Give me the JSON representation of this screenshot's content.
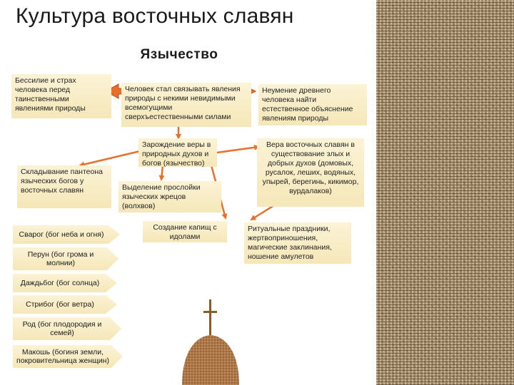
{
  "header": {
    "title": "Культура восточных славян",
    "subtitle": "Язычество"
  },
  "boxes": {
    "powerlessness": "Бессилие и страх человека перед таинственными явлениями природы",
    "connect": "Человек стал связывать явления природы с некими невидимыми всемогущими сверхъестественными силами",
    "inability": "Неумение древнего человека найти естественное объяснение явлениям природы",
    "origin": "Зарождение веры в природных духов и богов (язычество)",
    "belief": "Вера восточных славян в существование злых и добрых духов (домовых, русалок, леших, водяных, упырей, берегинь, кикимор, вурдалаков)",
    "pantheon": "Складывание пантеона языческих богов у восточных славян",
    "priests": "Выделение прослойки языческих жрецов (волхвов)",
    "temples": "Создание капищ с идолами",
    "rituals": "Ритуальные праздники, жертвоприношения, магические заклинания, ношение амулетов"
  },
  "deities": [
    "Сварог (бог неба и огня)",
    "Перун (бог грома и молнии)",
    "Даждьбог (бог солнца)",
    "Стрибог (бог ветра)",
    "Род (бог плодородия и семей)",
    "Макошь (богиня земли, покровительница женщин)"
  ],
  "colors": {
    "box_fill": "#f7ebc3",
    "arrow": "#e8702a",
    "texture": "#a08a6a"
  },
  "icons": [
    "arrow-icon",
    "idol-cross-icon",
    "woven-texture"
  ]
}
